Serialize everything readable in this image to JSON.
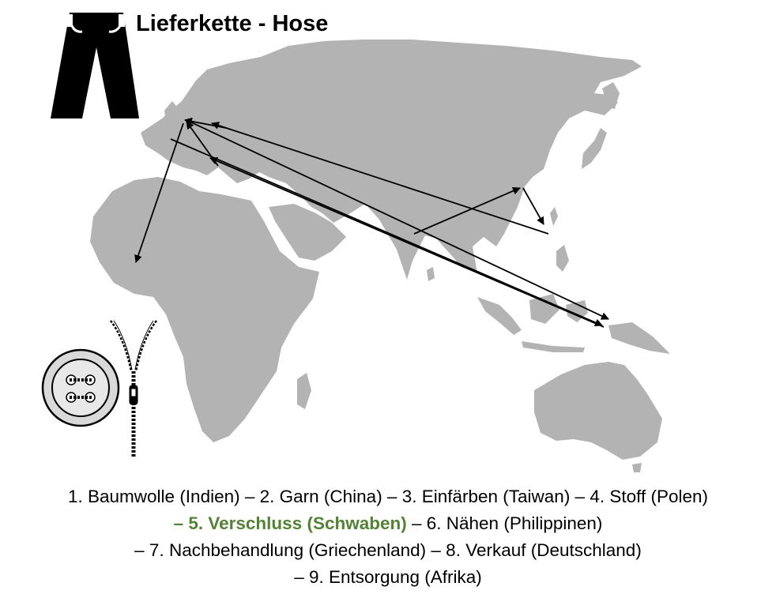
{
  "title": "Lieferkette - Hose",
  "steps": {
    "line1": "1. Baumwolle (Indien) – 2. Garn (China) – 3. Einfärben (Taiwan) – 4. Stoff (Polen)",
    "line2_highlight": "– 5. Verschluss (Schwaben)",
    "line2_rest": " – 6. Nähen (Philippinen)",
    "line3": "– 7. Nachbehandlung (Griechenland) – 8. Verkauf (Deutschland)",
    "line4": "– 9. Entsorgung (Afrika)"
  },
  "colors": {
    "highlight": "#548235",
    "land": "#b3b3b3",
    "arrow": "#000000"
  },
  "icons": [
    "trousers-icon",
    "button-icon",
    "zipper-icon"
  ]
}
